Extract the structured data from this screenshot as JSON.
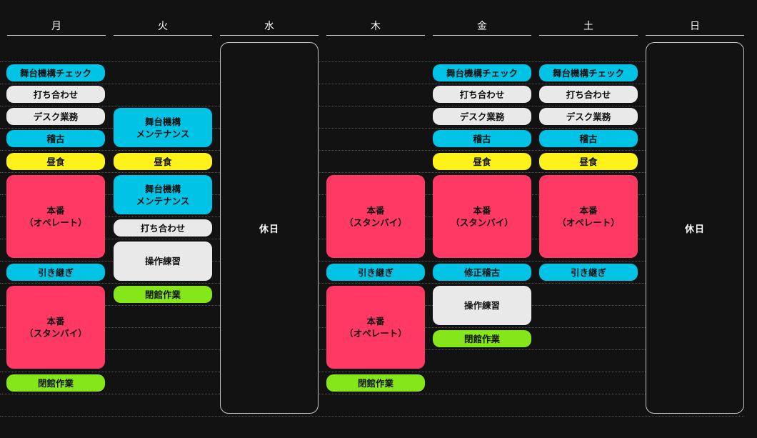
{
  "days": [
    "月",
    "火",
    "水",
    "木",
    "金",
    "土",
    "日"
  ],
  "holiday_label": "休日",
  "mon": {
    "e1": "舞台機構チェック",
    "e2": "打ち合わせ",
    "e3": "デスク業務",
    "e4": "稽古",
    "e5": "昼食",
    "e6": "本番\n（オペレート）",
    "e7": "引き継ぎ",
    "e8": "本番\n（スタンバイ）",
    "e9": "閉館作業"
  },
  "tue": {
    "e1": "舞台機構\nメンテナンス",
    "e2": "昼食",
    "e3": "舞台機構\nメンテナンス",
    "e4": "打ち合わせ",
    "e5": "操作練習",
    "e6": "閉館作業"
  },
  "thu": {
    "e1": "本番\n（スタンバイ）",
    "e2": "引き継ぎ",
    "e3": "本番\n（オペレート）",
    "e4": "閉館作業"
  },
  "fri": {
    "e1": "舞台機構チェック",
    "e2": "打ち合わせ",
    "e3": "デスク業務",
    "e4": "稽古",
    "e5": "昼食",
    "e6": "本番\n（スタンバイ）",
    "e7": "修正稽古",
    "e8": "操作練習",
    "e9": "閉館作業"
  },
  "sat": {
    "e1": "舞台機構チェック",
    "e2": "打ち合わせ",
    "e3": "デスク業務",
    "e4": "稽古",
    "e5": "昼食",
    "e6": "本番\n（オペレート）",
    "e7": "引き継ぎ"
  },
  "colors": {
    "background": "#121212",
    "cyan": "#00c3e6",
    "gray": "#e9e9e9",
    "yellow": "#fff21a",
    "red": "#ff3864",
    "green": "#85e61a"
  }
}
